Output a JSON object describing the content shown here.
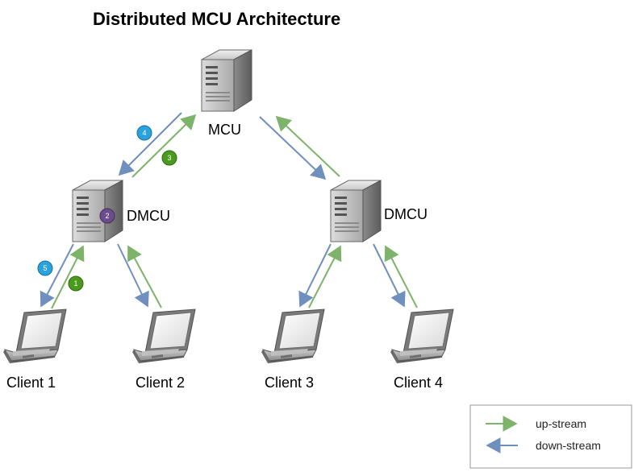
{
  "diagram": {
    "title": "Distributed MCU Architecture",
    "nodes": {
      "mcu": "MCU",
      "dmcu_left": "DMCU",
      "dmcu_right": "DMCU",
      "client1": "Client 1",
      "client2": "Client 2",
      "client3": "Client 3",
      "client4": "Client 4"
    },
    "steps": [
      "1",
      "2",
      "3",
      "4",
      "5"
    ],
    "colors": {
      "up_stream": "#7db36a",
      "down_stream": "#6f8fbe",
      "step_green": "#4a9a1f",
      "step_blue": "#2aa3dd",
      "step_purple": "#6b4c8c"
    }
  },
  "legend": {
    "up_stream": "up-stream",
    "down_stream": "down-stream"
  }
}
